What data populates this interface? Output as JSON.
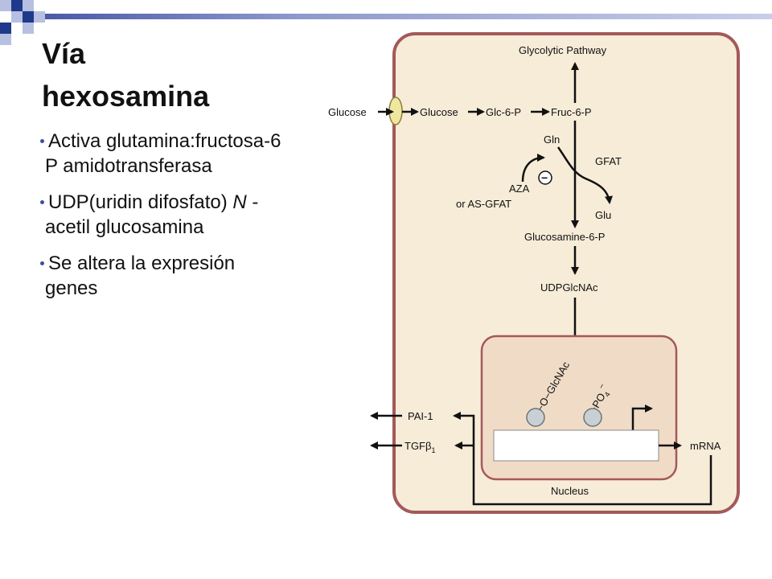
{
  "slide": {
    "title_line1": "Vía",
    "title_line2": "hexosamina",
    "bullets": [
      {
        "pre": "Activa glutamina:fructosa-6 P amidotransferasa",
        "em": "",
        "post": ""
      },
      {
        "pre": "UDP(uridin difosfato) ",
        "em": "N",
        "post": " -acetil glucosamina"
      },
      {
        "pre": "Se altera la expresión genes",
        "em": "",
        "post": ""
      }
    ]
  },
  "colors": {
    "accent_dark": "#1f3a8a",
    "accent_light": "#b7c0e0",
    "cell_fill": "#f7ecd8",
    "cell_border": "#a3595a",
    "nucleus_fill": "#f0dcc6"
  },
  "diagram": {
    "glycolytic": "Glycolytic Pathway",
    "glucose_out": "Glucose",
    "glucose_in": "Glucose",
    "glc6p": "Glc-6-P",
    "fruc6p": "Fruc-6-P",
    "gln": "Gln",
    "gfat": "GFAT",
    "aza": "AZA",
    "as_gfat": "or AS-GFAT",
    "inhibit": "−",
    "glu": "Glu",
    "glucosamine6p": "Glucosamine-6-P",
    "udpglcnac": "UDPGlcNAc",
    "o_glcnac": "−O−GlcNAc",
    "po4": "−PO",
    "po4_sub": "4",
    "po4_sup": "−",
    "pai1": "PAI-1",
    "tgf": "TGFβ",
    "tgf_sub": "1",
    "mrna": "mRNA",
    "nucleus": "Nucleus"
  }
}
